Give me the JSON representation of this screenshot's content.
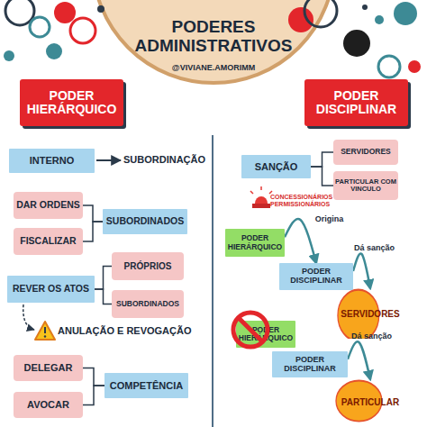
{
  "diagram": {
    "title": "PODERES ADMINISTRATIVOS",
    "nodes": [
      {
        "text": [
          "PODER HIERÁRQUICO"
        ]
      },
      {
        "text": [
          "PODER DISCIPLINAR"
        ]
      },
      {
        "text": [
          "INTERNO"
        ]
      },
      {
        "text": [
          "DAR ORDENS"
        ]
      },
      {
        "text": [
          "FISCALIZAR"
        ]
      },
      {
        "text": [
          "SUBORDINADOS"
        ]
      },
      {
        "text": [
          "REVER OS ATOS"
        ]
      },
      {
        "text": [
          "PRÓPRIOS"
        ]
      },
      {
        "text": [
          "SUBORDINADOS"
        ]
      },
      {
        "text": [
          "DELEGAR"
        ]
      },
      {
        "text": [
          "AVOCAR"
        ]
      },
      {
        "text": [
          "COMPETÊNCIA"
        ]
      },
      {
        "text": [
          "SANÇÃO"
        ]
      },
      {
        "text": [
          "SERVIDORES"
        ]
      },
      {
        "text": [
          "PARTICULAR COM VINCULO"
        ]
      },
      {
        "text": [
          "PODER HIERÁRQUICO"
        ]
      },
      {
        "text": [
          "PODER DISCIPLINAR"
        ]
      },
      {
        "text": [
          "SERVIDORES"
        ]
      },
      {
        "text": [
          "PODER HIERÁRQUICO"
        ]
      },
      {
        "text": [
          "PODER DISCIPLINAR"
        ]
      },
      {
        "text": [
          "PARTICULAR"
        ]
      }
    ],
    "edges": [
      {
        "from": 3,
        "to": 5,
        "arrow": "none"
      },
      {
        "from": 4,
        "to": 5,
        "arrow": "none"
      },
      {
        "from": 6,
        "to": 7,
        "arrow": "none"
      },
      {
        "from": 6,
        "to": 8,
        "arrow": "none"
      },
      {
        "from": 9,
        "to": 11,
        "arrow": "none"
      },
      {
        "from": 10,
        "to": 11,
        "arrow": "none"
      },
      {
        "from": 12,
        "to": 13,
        "arrow": "none"
      },
      {
        "from": 12,
        "to": 14,
        "arrow": "none"
      },
      {
        "from": 15,
        "to": 16,
        "label": "Origina",
        "arrow": "to"
      },
      {
        "from": 16,
        "to": 17,
        "label": "Dá sanção",
        "arrow": "to"
      },
      {
        "from": 19,
        "to": 20,
        "label": "Dá sanção",
        "arrow": "to"
      }
    ],
    "labels": [
      "@VIVIANE.AMORIMM",
      "SUBORDINAÇÃO",
      "ANULAÇÃO E REVOGAÇÃO",
      "CONCESSIONÁRIOS PERMISSIONÁRIOS"
    ]
  }
}
